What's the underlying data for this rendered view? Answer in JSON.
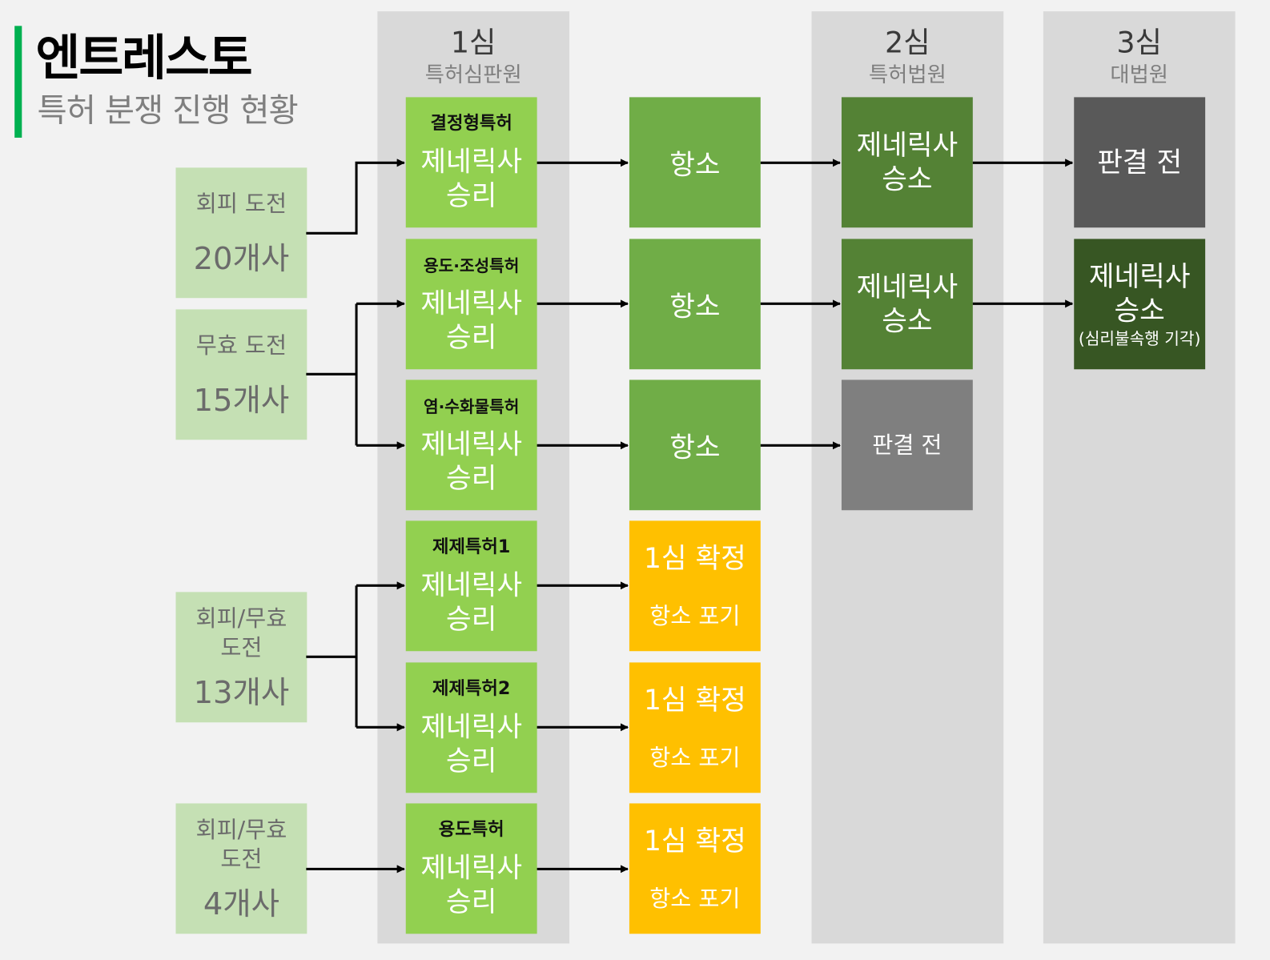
{
  "title": {
    "company": "엔트레스토",
    "subtitle": "특허 분쟁 진행 현황"
  },
  "colors": {
    "accent": "#00b050",
    "light_green": "#c5e0b4",
    "green": "#92d050",
    "mid_green": "#70ad47",
    "dark_green": "#548235",
    "darkest_green": "#375623",
    "dark_gray": "#595959",
    "gray": "#7f7f7f",
    "yellow": "#ffc000",
    "band": "#d9d9d9"
  },
  "stages": [
    {
      "label": "1심",
      "court": "특허심판원"
    },
    {
      "label": "2심",
      "court": "특허법원"
    },
    {
      "label": "3심",
      "court": "대법원"
    }
  ],
  "challenges": [
    {
      "type": "회피 도전",
      "count": "20개사"
    },
    {
      "type": "무효 도전",
      "count": "15개사"
    },
    {
      "type": "회피/무효 도전",
      "count": "13개사"
    },
    {
      "type": "회피/무효 도전",
      "count": "4개사"
    }
  ],
  "first_instance": [
    {
      "patent": "결정형특허",
      "result": "제네릭사 승리"
    },
    {
      "patent": "용도·조성특허",
      "result": "제네릭사 승리"
    },
    {
      "patent": "염·수화물특허",
      "result": "제네릭사 승리"
    },
    {
      "patent": "제제특허1",
      "result": "제네릭사 승리"
    },
    {
      "patent": "제제특허2",
      "result": "제네릭사 승리"
    },
    {
      "patent": "용도특허",
      "result": "제네릭사 승리"
    }
  ],
  "appeals": [
    {
      "main": "항소"
    },
    {
      "main": "항소"
    },
    {
      "main": "항소"
    },
    {
      "main": "1심 확정",
      "sub": "항소 포기"
    },
    {
      "main": "1심 확정",
      "sub": "항소 포기"
    },
    {
      "main": "1심 확정",
      "sub": "항소 포기"
    }
  ],
  "second_instance": [
    {
      "result": "제네릭사 승소"
    },
    {
      "result": "제네릭사 승소"
    },
    {
      "result": "판결 전"
    }
  ],
  "third_instance": [
    {
      "result": "판결 전"
    },
    {
      "result": "제네릭사 승소",
      "note": "(심리불속행 기각)"
    }
  ]
}
